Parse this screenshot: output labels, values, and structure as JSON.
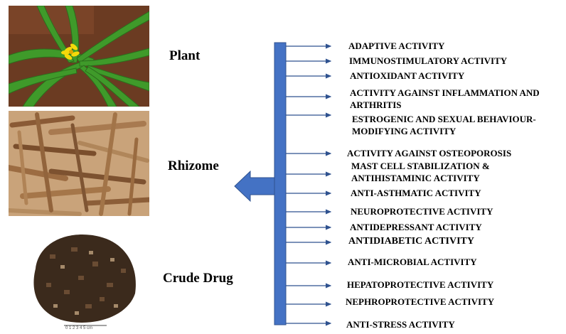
{
  "left_labels": {
    "plant": "Plant",
    "rhizome": "Rhizome",
    "crude_drug": "Crude Drug"
  },
  "scale_text": "0 1 2 3 4 5 cm",
  "activities": [
    "ADAPTIVE ACTIVITY",
    "IMMUNOSTIMULATORY ACTIVITY",
    "ANTIOXIDANT ACTIVITY",
    "ACTIVITY AGAINST INFLAMMATION AND",
    "ARTHRITIS",
    "ESTROGENIC AND SEXUAL BEHAVIOUR-",
    "MODIFYING ACTIVITY",
    "ACTIVITY AGAINST OSTEOPOROSIS",
    "MAST CELL STABILIZATION &",
    "ANTIHISTAMINIC ACTIVITY",
    "ANTI-ASTHMATIC ACTIVITY",
    "NEUROPROTECTIVE ACTIVITY",
    "ANTIDEPRESSANT ACTIVITY",
    "ANTIDIABETIC ACTIVITY",
    "ANTI-MICROBIAL ACTIVITY",
    "HEPATOPROTECTIVE ACTIVITY",
    "NEPHROPROTECTIVE ACTIVITY",
    "ANTI-STRESS ACTIVITY"
  ],
  "colors": {
    "arrow": "#4472C4",
    "arrow_edge": "#2F528F"
  }
}
